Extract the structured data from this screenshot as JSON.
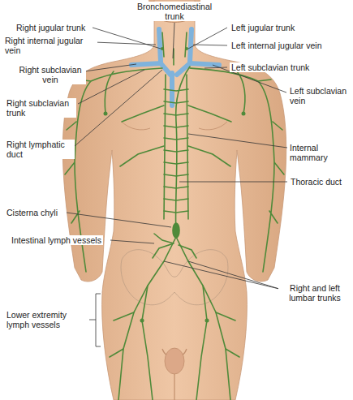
{
  "diagram": {
    "labels": [
      "Bronchomediastinal trunk",
      "Right jugular trunk",
      "Left jugular trunk",
      "Right internal jugular vein",
      "Left internal jugular vein",
      "Right subclavian vein",
      "Left subclavian trunk",
      "Right subclavian trunk",
      "Left subclavian vein",
      "Internal mammary",
      "Right lymphatic duct",
      "Thoracic duct",
      "Cisterna chyli",
      "Intestinal lymph vessels",
      "Right and left lumbar trunks",
      "Lower extremity lymph vessels"
    ]
  }
}
